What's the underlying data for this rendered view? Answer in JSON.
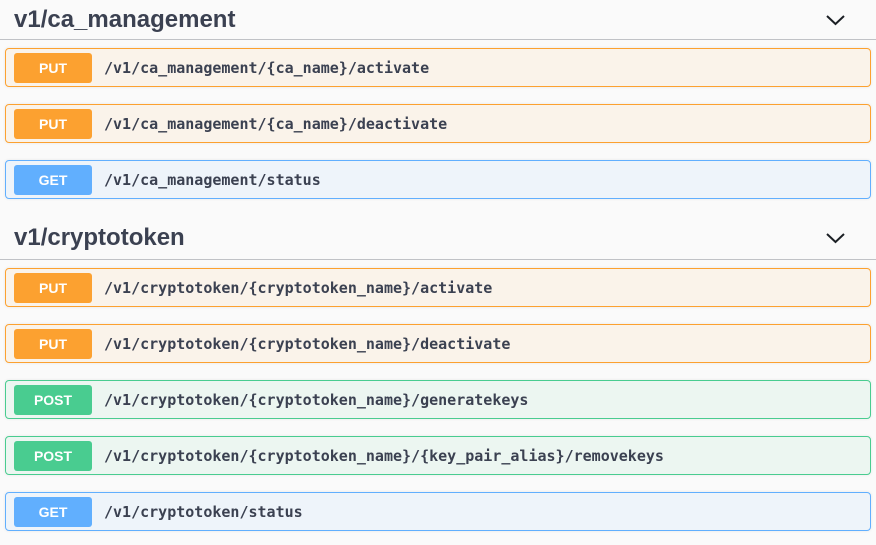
{
  "colors": {
    "put": "#fca130",
    "get": "#61affe",
    "post": "#49cc90",
    "text": "#3b4151",
    "page_bg": "#fafafa"
  },
  "icons": {
    "section_toggle": "chevron-down-icon"
  },
  "sections": [
    {
      "title": "v1/ca_management",
      "operations": [
        {
          "method": "PUT",
          "path": "/v1/ca_management/{ca_name}/activate"
        },
        {
          "method": "PUT",
          "path": "/v1/ca_management/{ca_name}/deactivate"
        },
        {
          "method": "GET",
          "path": "/v1/ca_management/status"
        }
      ]
    },
    {
      "title": "v1/cryptotoken",
      "operations": [
        {
          "method": "PUT",
          "path": "/v1/cryptotoken/{cryptotoken_name}/activate"
        },
        {
          "method": "PUT",
          "path": "/v1/cryptotoken/{cryptotoken_name}/deactivate"
        },
        {
          "method": "POST",
          "path": "/v1/cryptotoken/{cryptotoken_name}/generatekeys"
        },
        {
          "method": "POST",
          "path": "/v1/cryptotoken/{cryptotoken_name}/{key_pair_alias}/removekeys"
        },
        {
          "method": "GET",
          "path": "/v1/cryptotoken/status"
        }
      ]
    }
  ]
}
